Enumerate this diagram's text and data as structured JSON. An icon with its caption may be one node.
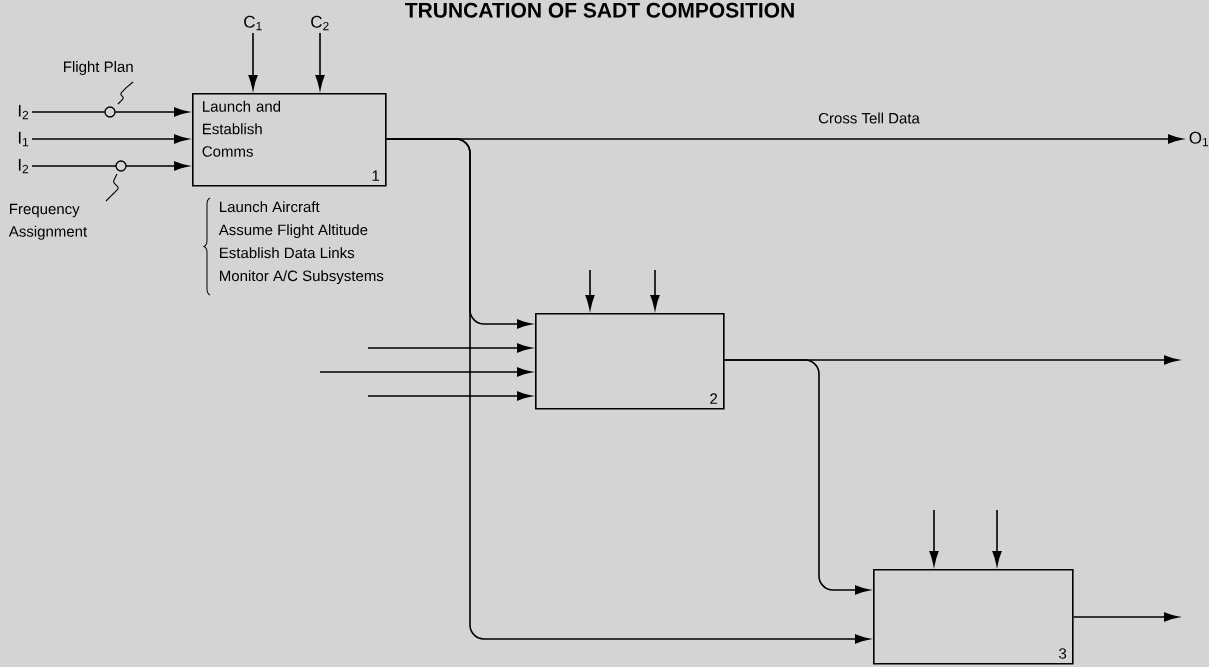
{
  "diagram": {
    "title": "TRUNCATION OF SADT COMPOSITION",
    "nodes": [
      {
        "text": [
          "Launch and Establish Comms",
          "1"
        ],
        "beside": [
          "Launch Aircraft",
          "Assume Flight Altitude",
          "Establish Data Links",
          "Monitor A/C Subsystems"
        ]
      },
      {
        "text": [
          "2"
        ]
      },
      {
        "text": [
          "3"
        ]
      },
      {
        "text": [
          "I$_{2}$"
        ]
      },
      {
        "text": [
          "I$_{1}$"
        ]
      },
      {
        "text": [
          "I$_{2}$"
        ]
      },
      {
        "text": [
          "C$_{1}$"
        ]
      },
      {
        "text": [
          "C$_{2}$"
        ]
      },
      {
        "text": [
          "O$_{1}$"
        ]
      }
    ],
    "edges": [
      {
        "from": 3,
        "to": 0,
        "arrow": "to",
        "label": "Flight Plan"
      },
      {
        "from": 4,
        "to": 0,
        "arrow": "to"
      },
      {
        "from": 5,
        "to": 0,
        "arrow": "to",
        "label": "Frequency Assignment"
      },
      {
        "from": 6,
        "to": 0,
        "arrow": "to"
      },
      {
        "from": 7,
        "to": 0,
        "arrow": "to"
      },
      {
        "from": 0,
        "to": 8,
        "arrow": "to",
        "label": "Cross Tell Data"
      },
      {
        "from": 0,
        "to": 1,
        "arrow": "to"
      },
      {
        "from": 0,
        "to": 2,
        "arrow": "to"
      },
      {
        "from": null,
        "to": 1,
        "arrow": "to"
      },
      {
        "from": null,
        "to": 1,
        "arrow": "to"
      },
      {
        "from": null,
        "to": 1,
        "arrow": "to"
      },
      {
        "from": null,
        "to": 1,
        "arrow": "to"
      },
      {
        "from": null,
        "to": 1,
        "arrow": "to"
      },
      {
        "from": 1,
        "to": null,
        "arrow": "to"
      },
      {
        "from": 1,
        "to": 2,
        "arrow": "to"
      },
      {
        "from": null,
        "to": 2,
        "arrow": "to"
      },
      {
        "from": null,
        "to": 2,
        "arrow": "to"
      },
      {
        "from": 2,
        "to": null,
        "arrow": "to"
      }
    ]
  }
}
